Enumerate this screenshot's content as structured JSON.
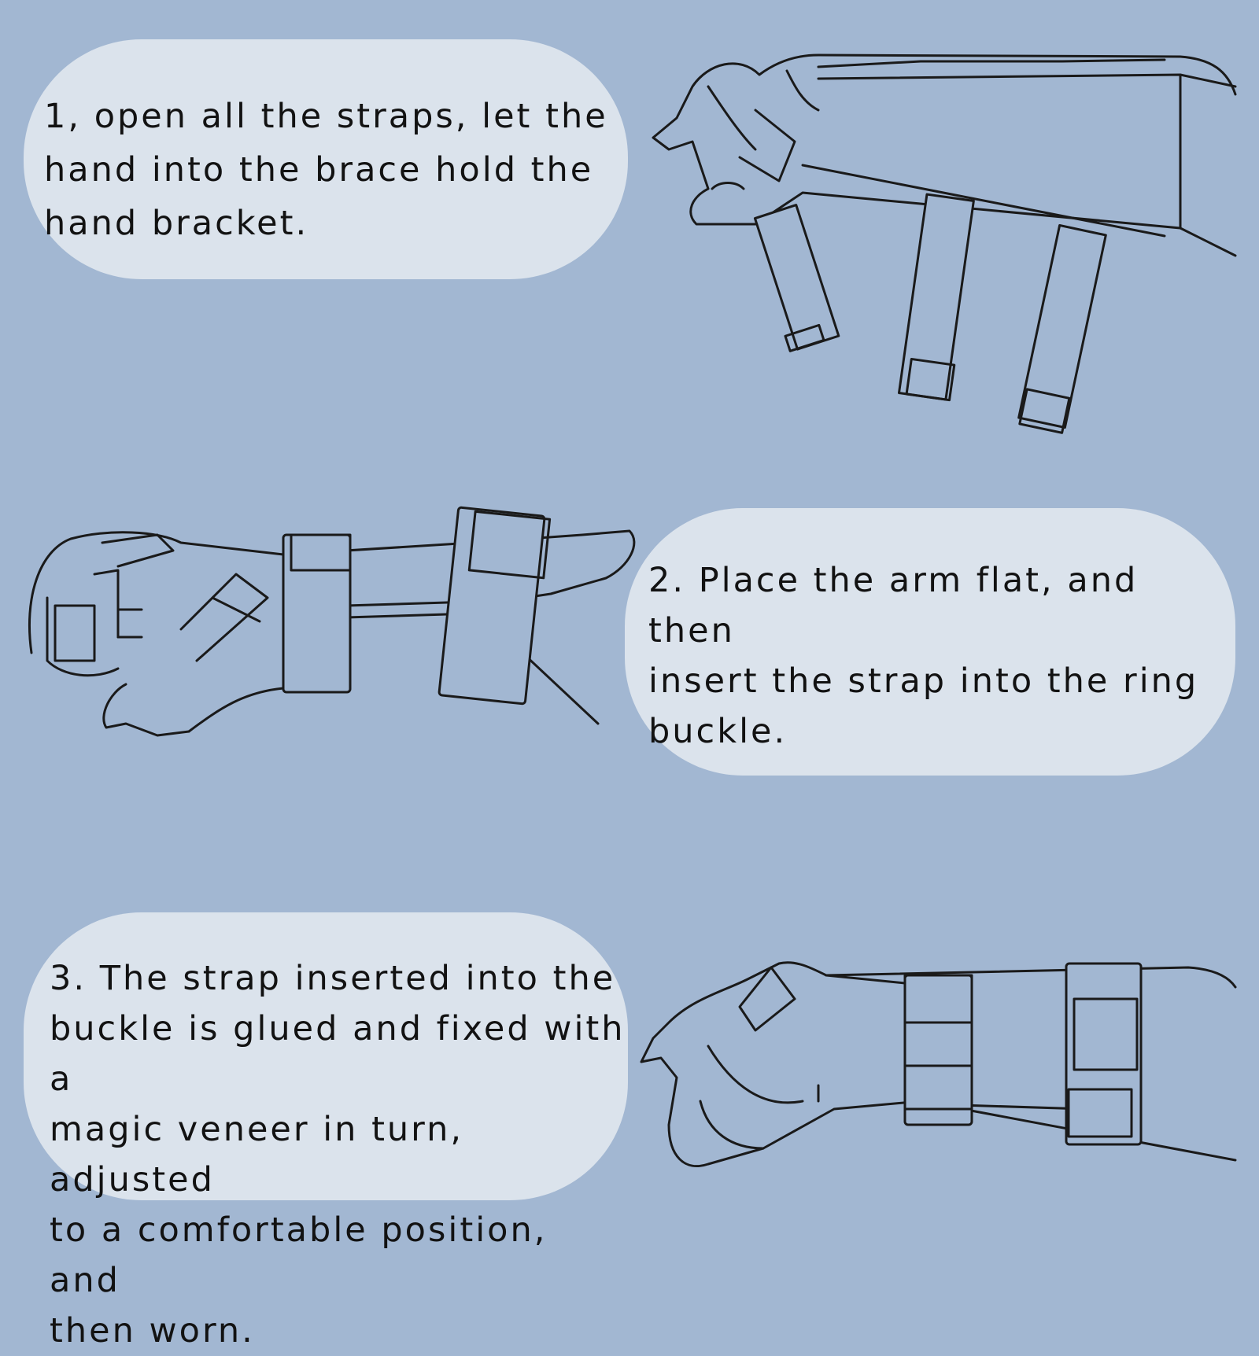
{
  "steps": [
    {
      "text": "1, open all the straps, let the\nhand into the brace hold the\nhand bracket."
    },
    {
      "text": "2. Place the arm flat, and then\ninsert the strap into the ring\nbuckle."
    },
    {
      "text": "3. The strap inserted into the\nbuckle is glued and fixed with a\nmagic veneer in turn, adjusted\nto a comfortable position, and\nthen worn."
    }
  ],
  "illustrations": [
    {
      "icon": "brace-open-straps-icon"
    },
    {
      "icon": "brace-strap-insert-icon"
    },
    {
      "icon": "brace-worn-icon"
    }
  ],
  "colors": {
    "background": "#a2b7d2",
    "bubble": "#dbe3ec",
    "text": "#121212",
    "line": "#1a1a1a"
  }
}
